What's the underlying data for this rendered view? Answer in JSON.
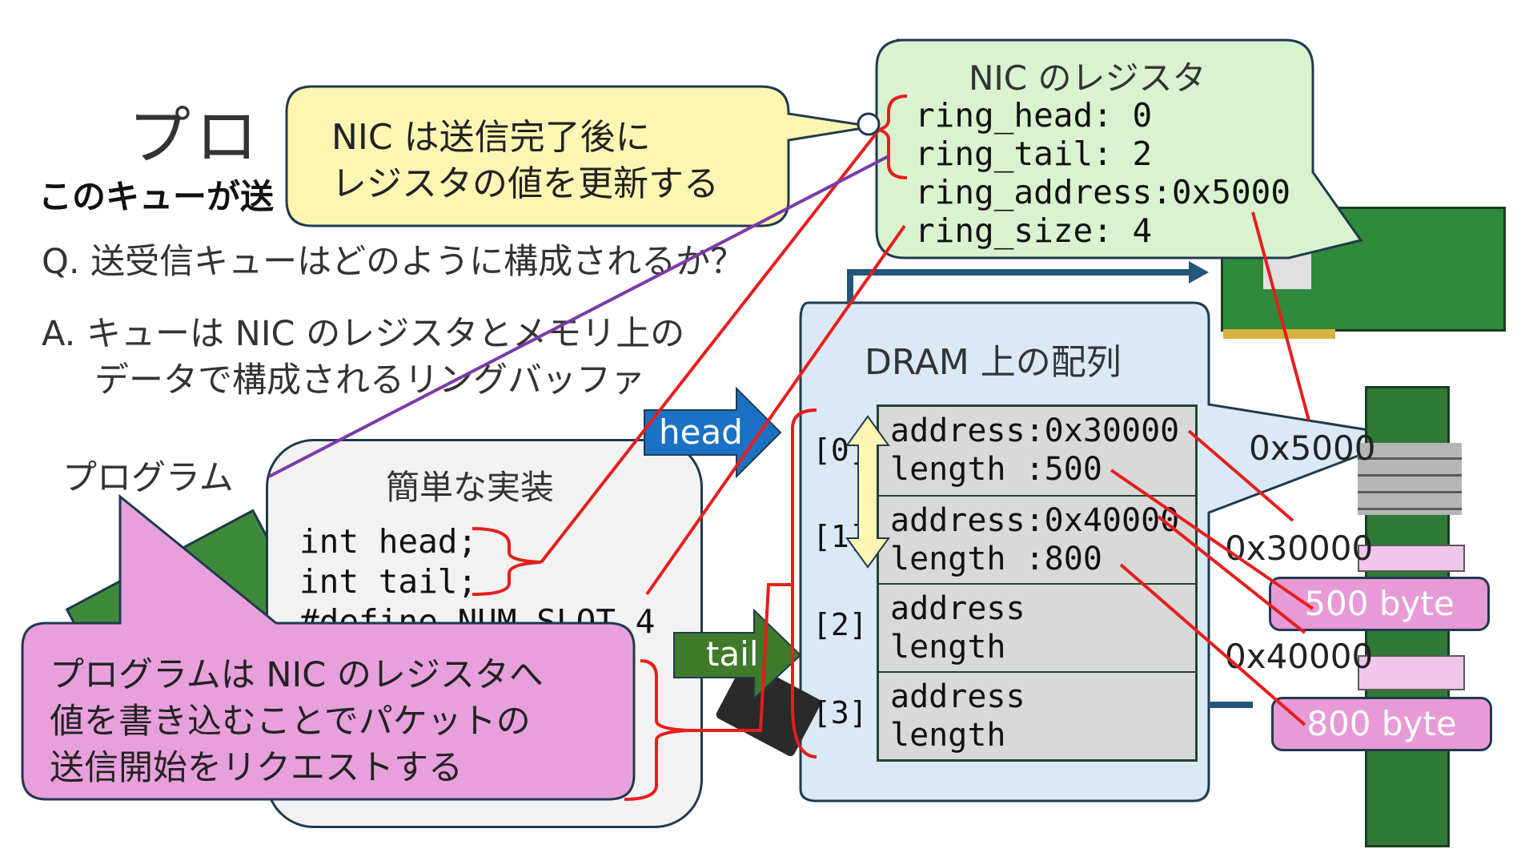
{
  "slide": {
    "title_fragment": "プロ",
    "subtitle_fragment": "このキューが送",
    "question": "Q. 送受信キューはどのように構成されるか？",
    "answer_line1": "A. キューは NIC のレジスタとメモリ上の",
    "answer_line2": "データで構成されるリングバッファ",
    "program_label": "プログラム"
  },
  "callout_nic_update": {
    "line1": "NIC は送信完了後に",
    "line2": "レジスタの値を更新する"
  },
  "nic_registers": {
    "title": "NIC のレジスタ",
    "ring_head": "ring_head: 0",
    "ring_tail": "ring_tail: 2",
    "ring_address": "ring_address:0x5000",
    "ring_size": "ring_size: 4"
  },
  "dram_array": {
    "title": "DRAM 上の配列",
    "indices": [
      "[0]",
      "[1]",
      "[2]",
      "[3]"
    ],
    "slots": [
      {
        "address": "address:0x30000",
        "length": "length :500"
      },
      {
        "address": "address:0x40000",
        "length": "length :800"
      },
      {
        "address": "address",
        "length": "length"
      },
      {
        "address": "address",
        "length": "length"
      }
    ]
  },
  "pointers": {
    "head": "head",
    "tail": "tail"
  },
  "impl": {
    "title": "簡単な実装",
    "line1": "int head;",
    "line2": "int tail;",
    "line3": "#define NUM_SLOT 4"
  },
  "callout_program": {
    "line1": "プログラムは NIC のレジスタへ",
    "line2": "値を書き込むことでパケットの",
    "line3": "送信開始をリクエストする"
  },
  "memory": {
    "addr_ring": "0x5000",
    "addr_buf1": "0x30000",
    "addr_buf2": "0x40000",
    "size1": "500 byte",
    "size2": "800 byte"
  },
  "colors": {
    "red_line": "#e61e1e",
    "purple_line": "#7a3aa8",
    "head_arrow": "#1b72c4",
    "tail_arrow": "#3f7a2a",
    "nic_bubble": "#d9f2cf",
    "dram_bubble": "#dbe8f5",
    "yellow_bubble": "#fdf6b3",
    "pink_bubble": "#e8a0dc"
  }
}
